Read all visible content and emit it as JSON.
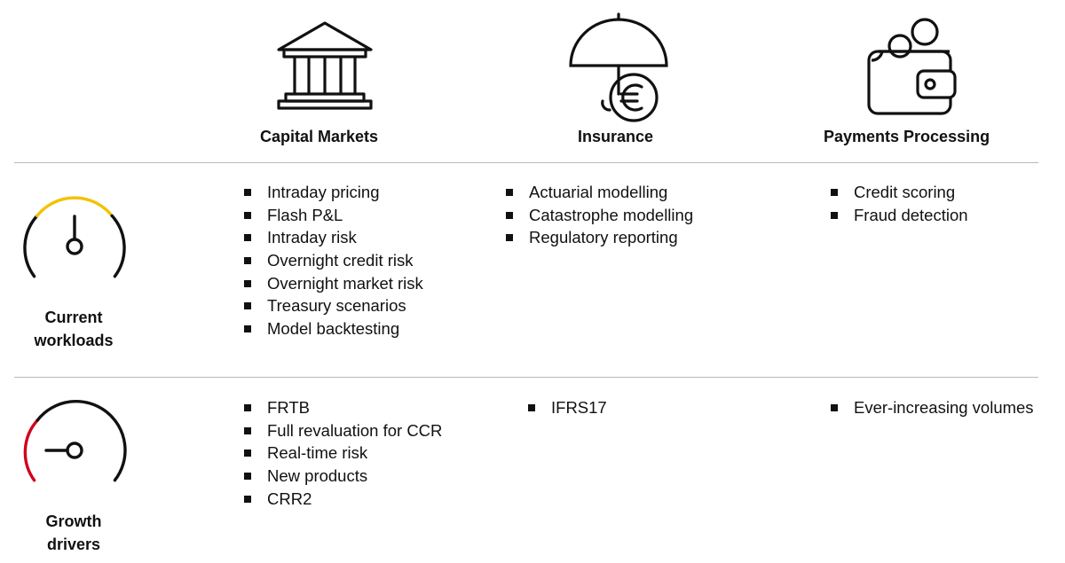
{
  "columns": [
    {
      "title": "Capital Markets",
      "icon": "bank-building-icon"
    },
    {
      "title": "Insurance",
      "icon": "umbrella-euro-icon"
    },
    {
      "title": "Payments Processing",
      "icon": "wallet-coins-icon"
    }
  ],
  "rows": [
    {
      "label_line1": "Current",
      "label_line2": "workloads",
      "icon": "gauge-low-icon",
      "gauge_accent": "#f2c200",
      "cells": [
        [
          "Intraday pricing",
          "Flash P&L",
          "Intraday risk",
          "Overnight credit risk",
          "Overnight market risk",
          "Treasury scenarios",
          "Model backtesting"
        ],
        [
          "Actuarial modelling",
          "Catastrophe modelling",
          "Regulatory reporting"
        ],
        [
          "Credit scoring",
          "Fraud detection"
        ]
      ]
    },
    {
      "label_line1": "Growth",
      "label_line2": "drivers",
      "icon": "gauge-high-icon",
      "gauge_accent": "#d0021b",
      "cells": [
        [
          "FRTB",
          "Full revaluation for CCR",
          "Real-time risk",
          "New products",
          "CRR2"
        ],
        [
          "IFRS17"
        ],
        [
          "Ever-increasing volumes"
        ]
      ]
    }
  ]
}
